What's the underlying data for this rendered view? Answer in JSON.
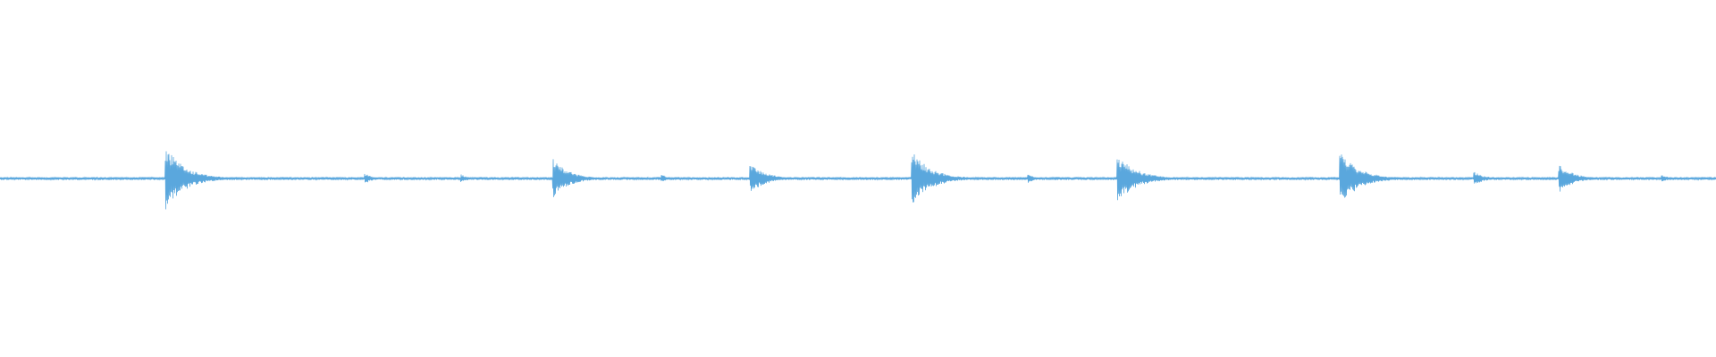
{
  "waveform": {
    "color": "#5aa7dd",
    "background": "#ffffff",
    "baseline_fraction": 0.5,
    "transients": [
      {
        "position": 0.0968,
        "amplitude": 0.09,
        "decay": 0.011
      },
      {
        "position": 0.213,
        "amplitude": 0.015,
        "decay": 0.004
      },
      {
        "position": 0.269,
        "amplitude": 0.012,
        "decay": 0.004
      },
      {
        "position": 0.3227,
        "amplitude": 0.055,
        "decay": 0.009
      },
      {
        "position": 0.3855,
        "amplitude": 0.012,
        "decay": 0.004
      },
      {
        "position": 0.4375,
        "amplitude": 0.04,
        "decay": 0.009
      },
      {
        "position": 0.5318,
        "amplitude": 0.075,
        "decay": 0.011
      },
      {
        "position": 0.5995,
        "amplitude": 0.012,
        "decay": 0.004
      },
      {
        "position": 0.6516,
        "amplitude": 0.065,
        "decay": 0.011
      },
      {
        "position": 0.7812,
        "amplitude": 0.075,
        "decay": 0.011
      },
      {
        "position": 0.8594,
        "amplitude": 0.018,
        "decay": 0.006
      },
      {
        "position": 0.9089,
        "amplitude": 0.04,
        "decay": 0.008
      },
      {
        "position": 0.9688,
        "amplitude": 0.01,
        "decay": 0.004
      }
    ],
    "noise_level": 0.004
  }
}
